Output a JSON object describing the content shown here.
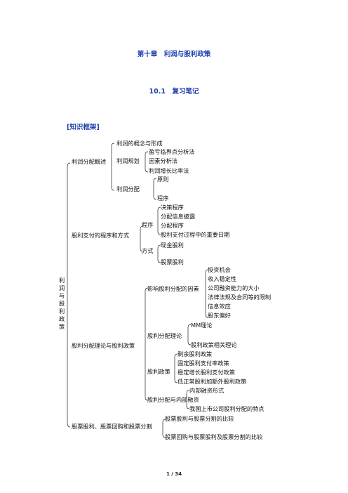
{
  "page": {
    "chapter_title": "第十章　利润与股利政策",
    "section_title": "10.1　复习笔记",
    "framework_label": "[知识框架]",
    "page_number": "1 / 34"
  },
  "mindmap": {
    "root": "利润与股利政策",
    "branches": [
      {
        "label": "利润分配概述",
        "children": [
          {
            "label": "利润的概念与形成"
          },
          {
            "label": "利润规划",
            "children": [
              "盈亏临界点分析法",
              "因素分析法",
              "利润增长比率法"
            ]
          },
          {
            "label": "利润分配",
            "children": [
              "原则",
              "程序"
            ]
          }
        ]
      },
      {
        "label": "股利支付的程序和方式",
        "children": [
          {
            "label": "程序",
            "children": [
              "决策程序",
              "分配信息披露",
              "分配程序",
              "股利支付过程中的重要日期"
            ]
          },
          {
            "label": "方式",
            "children": [
              "现金股利",
              "股票股利"
            ]
          }
        ]
      },
      {
        "label": "股利分配理论与股利政策",
        "children": [
          {
            "label": "影响股利分配的因素",
            "children": [
              "投资机会",
              "收入稳定性",
              "公司融资能力的大小",
              "法律法规及合同等的限制",
              "信息效应",
              "股东偏好"
            ]
          },
          {
            "label": "股利分配理论",
            "children": [
              "MM理论",
              "股利政策相关理论"
            ]
          },
          {
            "label": "股利政策",
            "children": [
              "剩余股利政策",
              "固定股利支付率政策",
              "稳定增长股利支付政策",
              "低正常股利加额外股利政策"
            ]
          },
          {
            "label": "股利分配与内部融资",
            "children": [
              "内部融资形式",
              "我国上市公司股利分配的特点"
            ]
          }
        ]
      },
      {
        "label": "股票股利、股票回购和股票分割",
        "children": [
          {
            "label": "股票股利与股票分割的比较"
          },
          {
            "label": "股票回购与股票股利及股票分割的比较"
          }
        ]
      }
    ]
  }
}
